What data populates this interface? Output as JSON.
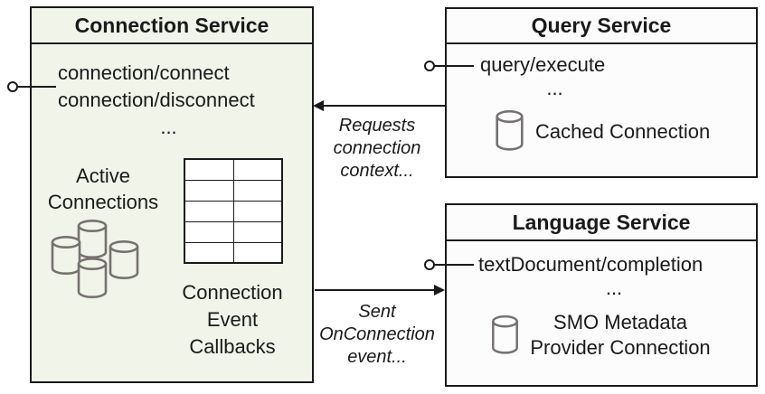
{
  "colors": {
    "connection_box_fill": "#f1f4e9",
    "service_box_fill": "#fcfcfd",
    "border_color": "#1a1a1a",
    "cylinder_stroke": "#767171",
    "text_color": "#1a1a1a"
  },
  "connection_service": {
    "title": "Connection Service",
    "methods": [
      "connection/connect",
      "connection/disconnect",
      "..."
    ],
    "active_connections_lines": [
      "Active",
      "Connections"
    ],
    "callbacks_lines": [
      "Connection",
      "Event",
      "Callbacks"
    ]
  },
  "query_service": {
    "title": "Query Service",
    "methods": [
      "query/execute",
      "..."
    ],
    "cache_label": "Cached Connection"
  },
  "language_service": {
    "title": "Language Service",
    "methods": [
      "textDocument/completion",
      "..."
    ],
    "connection_label_lines": [
      "SMO Metadata",
      "Provider Connection"
    ]
  },
  "annotations": {
    "requests_lines": [
      "Requests",
      "connection",
      "context..."
    ],
    "sent_lines": [
      "Sent",
      "OnConnection",
      "event..."
    ]
  }
}
